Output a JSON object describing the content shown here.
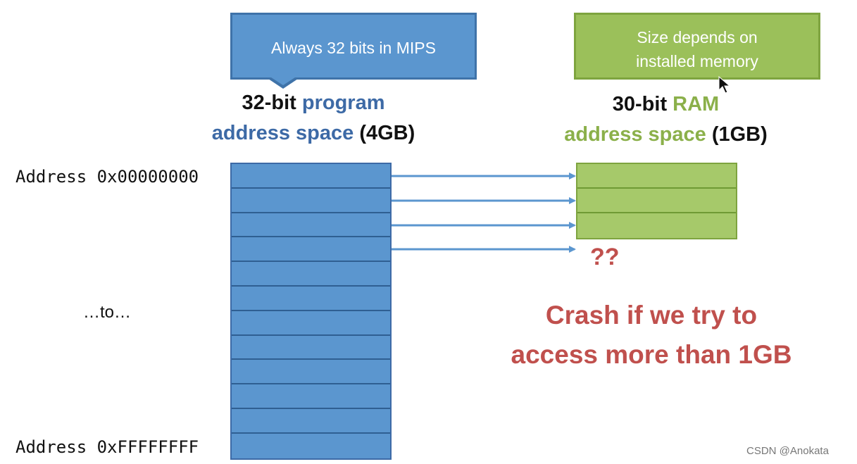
{
  "callouts": {
    "program": "Always 32 bits in MIPS",
    "ram_line1": "Size depends on",
    "ram_line2": "installed memory"
  },
  "program_space": {
    "bits": "32-bit",
    "word1": "program",
    "word2": "address space",
    "size": "(4GB)",
    "cells": 12
  },
  "ram_space": {
    "bits": "30-bit",
    "word1": "RAM",
    "word2": "address space",
    "size": "(1GB)",
    "cells": 3
  },
  "addresses": {
    "start": "Address 0x00000000",
    "middle": "…to…",
    "end": "Address 0xFFFFFFFF"
  },
  "unmapped": "??",
  "crash_line1": "Crash if we try to",
  "crash_line2": "access more than 1GB",
  "watermark": "CSDN @Anokata",
  "colors": {
    "program_blue": "#5b96cf",
    "ram_green": "#9bc05a",
    "warning_red": "#c0504d"
  }
}
